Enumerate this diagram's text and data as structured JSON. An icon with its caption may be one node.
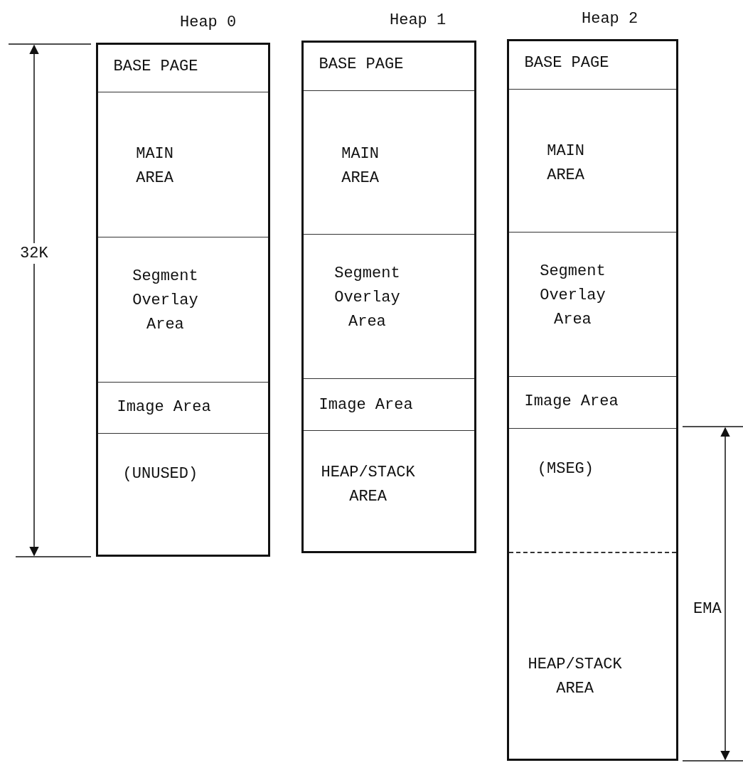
{
  "diagram": {
    "nodes": [
      {
        "text": [
          "Heap 0"
        ]
      },
      {
        "text": [
          "BASE PAGE"
        ],
        "in": 0
      },
      {
        "text": [
          "MAIN AREA"
        ],
        "in": 0
      },
      {
        "text": [
          "Segment Overlay Area"
        ],
        "in": 0
      },
      {
        "text": [
          "Image Area"
        ],
        "in": 0
      },
      {
        "text": [
          "(UNUSED)"
        ],
        "in": 0
      },
      {
        "text": [
          "Heap 1"
        ]
      },
      {
        "text": [
          "BASE PAGE"
        ],
        "in": 6
      },
      {
        "text": [
          "MAIN AREA"
        ],
        "in": 6
      },
      {
        "text": [
          "Segment Overlay Area"
        ],
        "in": 6
      },
      {
        "text": [
          "Image Area"
        ],
        "in": 6
      },
      {
        "text": [
          "HEAP/STACK AREA"
        ],
        "in": 6
      },
      {
        "text": [
          "Heap 2"
        ]
      },
      {
        "text": [
          "BASE PAGE"
        ],
        "in": 12
      },
      {
        "text": [
          "MAIN AREA"
        ],
        "in": 12
      },
      {
        "text": [
          "Segment Overlay Area"
        ],
        "in": 12
      },
      {
        "text": [
          "Image Area"
        ],
        "in": 12
      },
      {
        "text": [
          "(MSEG)"
        ],
        "in": 12
      },
      {
        "text": [
          "HEAP/STACK AREA"
        ],
        "in": 12
      }
    ],
    "edges": [],
    "labels": [
      "32K",
      "EMA"
    ]
  }
}
